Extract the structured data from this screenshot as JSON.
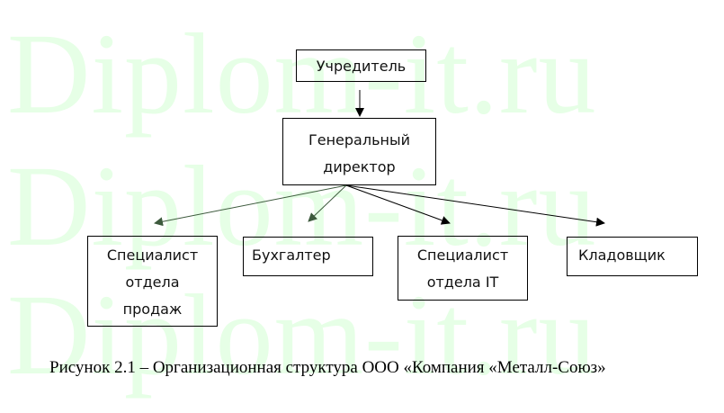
{
  "watermark": {
    "text": "Diplom-it.ru",
    "repeat_count": 3,
    "color": "#e6ffe6"
  },
  "diagram": {
    "type": "org-chart",
    "nodes": [
      {
        "id": "founder",
        "lines": [
          "Учредитель"
        ]
      },
      {
        "id": "director",
        "lines": [
          "Генеральный",
          "директор"
        ]
      },
      {
        "id": "sales",
        "lines": [
          "Специалист",
          "отдела",
          "продаж"
        ]
      },
      {
        "id": "accountant",
        "lines": [
          "Бухгалтер"
        ]
      },
      {
        "id": "it",
        "lines": [
          "Специалист",
          "отдела IT"
        ]
      },
      {
        "id": "storekeeper",
        "lines": [
          "Кладовщик"
        ]
      }
    ],
    "edges": [
      {
        "from": "founder",
        "to": "director"
      },
      {
        "from": "director",
        "to": "sales"
      },
      {
        "from": "director",
        "to": "accountant"
      },
      {
        "from": "director",
        "to": "it"
      },
      {
        "from": "director",
        "to": "storekeeper"
      }
    ],
    "colors": {
      "line": "#000000",
      "arrow_green": "#3d5a3d"
    }
  },
  "caption": "Рисунок 2.1 – Организационная структура ООО «Компания «Металл-Союз»"
}
